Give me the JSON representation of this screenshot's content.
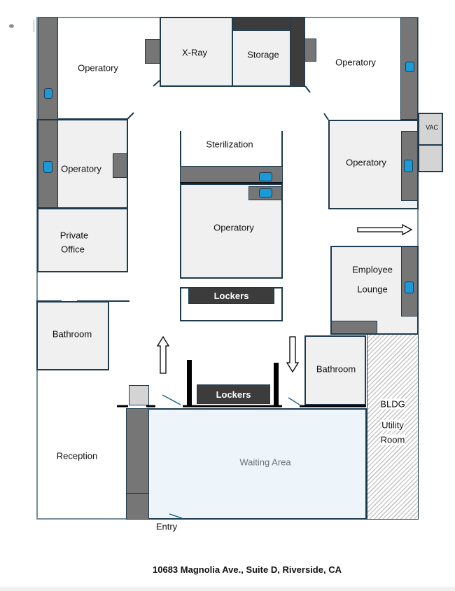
{
  "title": "10683 Magnolia Ave., Suite D, Riverside, CA",
  "rooms": {
    "operatory_top_left": "Operatory",
    "xray": "X-Ray",
    "storage": "Storage",
    "operatory_top_right": "Operatory",
    "operatory_left": "Operatory",
    "sterilization": "Sterilization",
    "operatory_center": "Operatory",
    "operatory_right": "Operatory",
    "vac": "VAC",
    "private_office_line1": "Private",
    "private_office_line2": "Office",
    "lockers_center": "Lockers",
    "employee_lounge_line1": "Employee",
    "employee_lounge_line2": "Lounge",
    "bathroom_left": "Bathroom",
    "bathroom_right": "Bathroom",
    "lockers_front": "Lockers",
    "bldg_line1": "BLDG",
    "bldg_line2": "Utility",
    "bldg_line3": "Room",
    "reception": "Reception",
    "waiting_area": "Waiting Area",
    "entry": "Entry"
  },
  "colors": {
    "wall": "#1e3a4f",
    "counter": "#767676",
    "sink": "#1a9ad9",
    "waiting": "#edf4fa"
  }
}
